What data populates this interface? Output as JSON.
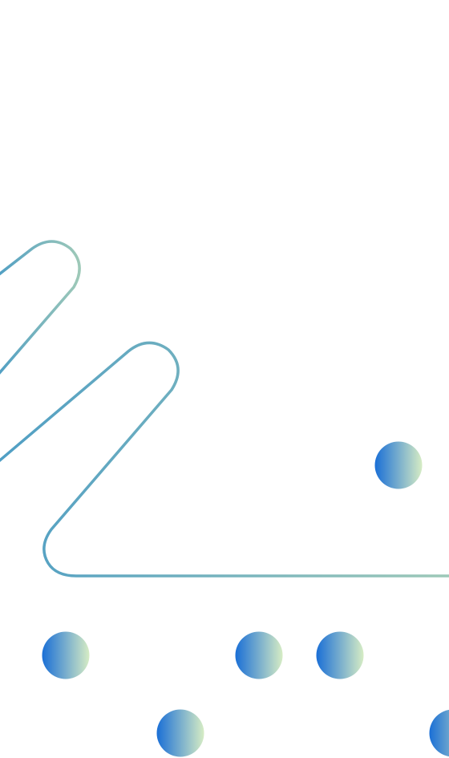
{
  "colors": {
    "background": "#ffffff",
    "line_start": "#4f9ec4",
    "line_end": "#9ec9b8",
    "dot_start": "#1a6fd6",
    "dot_end": "#d6ecc4"
  },
  "decoration": {
    "description_items": [
      {
        "name": "upper-loop-line"
      },
      {
        "name": "lower-zigzag-line"
      },
      {
        "name": "dot"
      }
    ]
  }
}
